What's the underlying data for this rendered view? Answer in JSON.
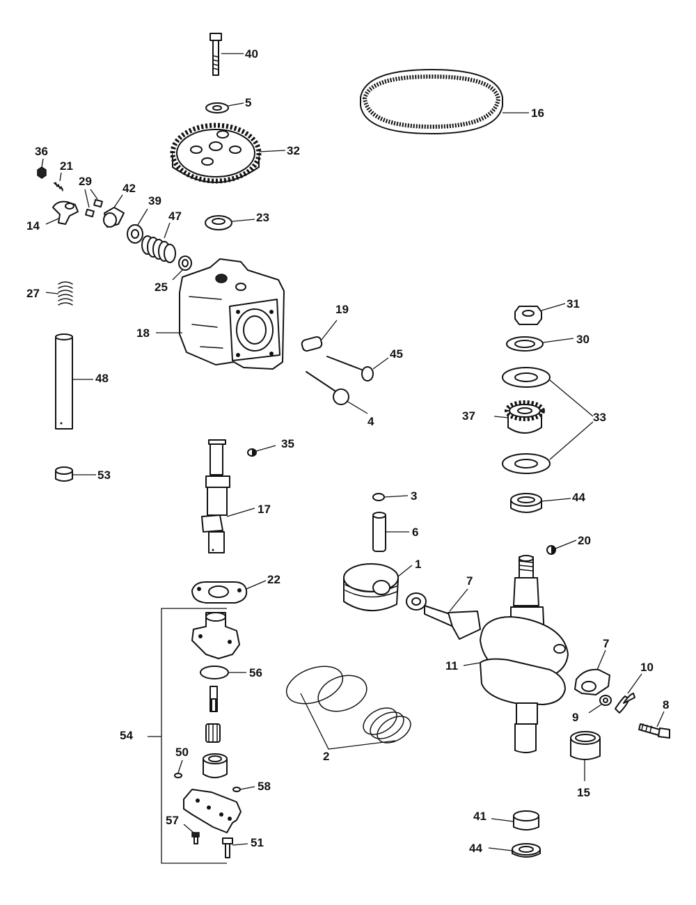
{
  "callouts": {
    "c1": "1",
    "c2": "2",
    "c3": "3",
    "c4": "4",
    "c5": "5",
    "c6": "6",
    "c7a": "7",
    "c7b": "7",
    "c8": "8",
    "c9": "9",
    "c10": "10",
    "c11": "11",
    "c14": "14",
    "c15": "15",
    "c16": "16",
    "c17": "17",
    "c18": "18",
    "c19": "19",
    "c20": "20",
    "c21": "21",
    "c22": "22",
    "c23": "23",
    "c25": "25",
    "c27": "27",
    "c29": "29",
    "c30": "30",
    "c31": "31",
    "c32": "32",
    "c33": "33",
    "c35": "35",
    "c36": "36",
    "c37": "37",
    "c39": "39",
    "c40": "40",
    "c41": "41",
    "c42": "42",
    "c44a": "44",
    "c44b": "44",
    "c45": "45",
    "c47": "47",
    "c48": "48",
    "c50": "50",
    "c51": "51",
    "c53": "53",
    "c54": "54",
    "c56": "56",
    "c57": "57",
    "c58": "58"
  },
  "colors": {
    "ink": "#111111",
    "paper": "#ffffff"
  }
}
